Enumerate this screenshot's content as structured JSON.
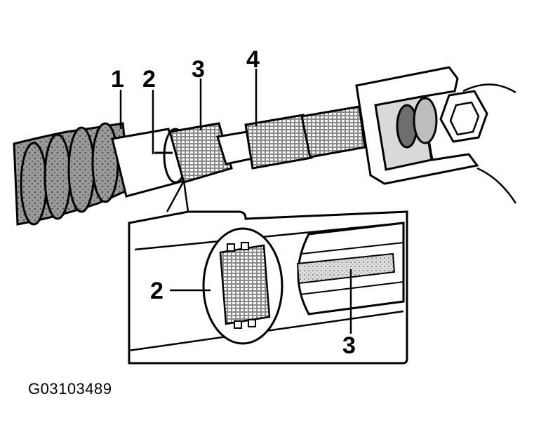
{
  "callouts": {
    "main": [
      "1",
      "2",
      "3",
      "4"
    ],
    "inset": [
      "2",
      "3"
    ]
  },
  "figure_id": "G03103489",
  "colors": {
    "ink": "#000000",
    "paper": "#ffffff",
    "shade": "#bdbdbd",
    "dark_shade": "#6e6e6e"
  }
}
